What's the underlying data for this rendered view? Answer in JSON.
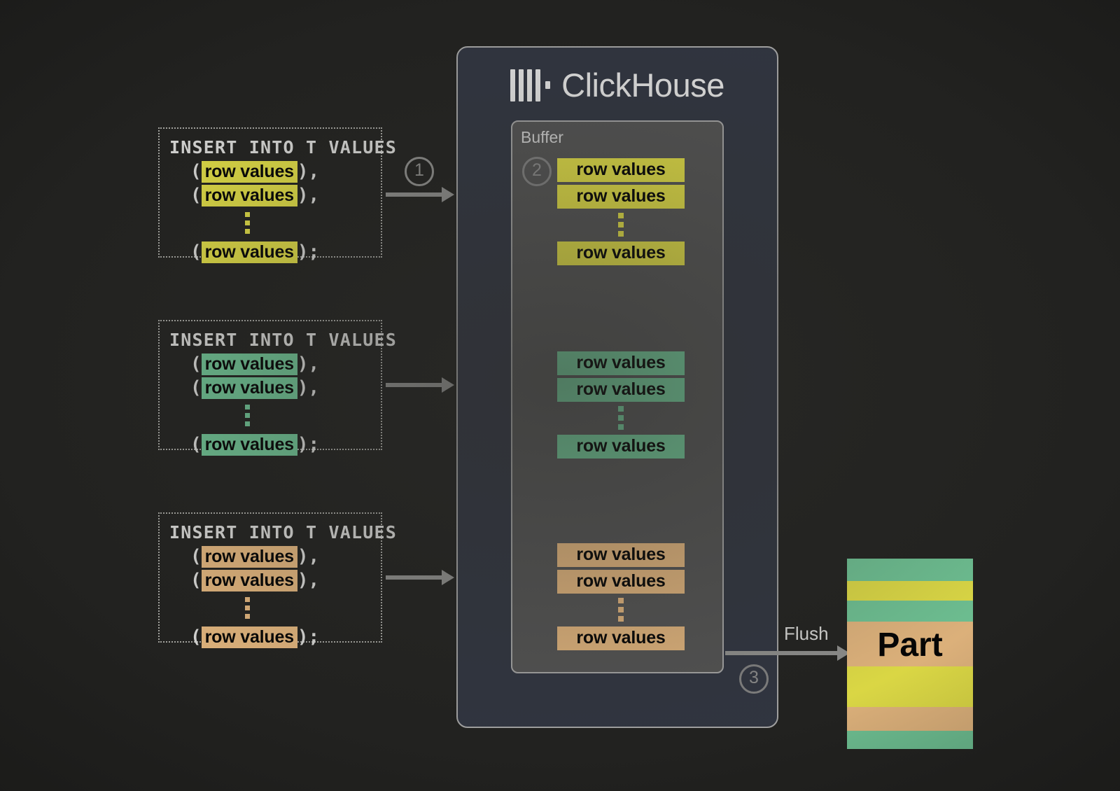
{
  "colors": {
    "background": "#222220",
    "yellow": "#faf64b",
    "green": "#7ad9a4",
    "orange": "#fcc98a",
    "clickhouse_box": "#333845",
    "buffer_box": "#5a5a5a",
    "arrow": "#9e9e9c",
    "text_light": "#f2f2f0"
  },
  "clickhouse": {
    "logo_icon": "clickhouse-bars-icon",
    "name": "ClickHouse",
    "buffer": {
      "label": "Buffer",
      "step_marker": "2",
      "groups": [
        {
          "color_key": "yellow",
          "rows": [
            "row values",
            "row values",
            "row values"
          ],
          "ellipsis": "vertical-dots"
        },
        {
          "color_key": "green",
          "rows": [
            "row values",
            "row values",
            "row values"
          ],
          "ellipsis": "vertical-dots"
        },
        {
          "color_key": "orange",
          "rows": [
            "row values",
            "row values",
            "row values"
          ],
          "ellipsis": "vertical-dots"
        }
      ]
    }
  },
  "inserts": [
    {
      "header": "INSERT INTO T VALUES",
      "color_key": "yellow",
      "lines": [
        {
          "open": "(",
          "value": "row values",
          "close": "),"
        },
        {
          "open": "(",
          "value": "row values",
          "close": "),"
        },
        {
          "open": "(",
          "value": "row values",
          "close": ");"
        }
      ],
      "step_marker": "1"
    },
    {
      "header": "INSERT INTO T VALUES",
      "color_key": "green",
      "lines": [
        {
          "open": "(",
          "value": "row values",
          "close": "),"
        },
        {
          "open": "(",
          "value": "row values",
          "close": "),"
        },
        {
          "open": "(",
          "value": "row values",
          "close": ");"
        }
      ],
      "step_marker": ""
    },
    {
      "header": "INSERT INTO T VALUES",
      "color_key": "orange",
      "lines": [
        {
          "open": "(",
          "value": "row values",
          "close": "),"
        },
        {
          "open": "(",
          "value": "row values",
          "close": "),"
        },
        {
          "open": "(",
          "value": "row values",
          "close": ");"
        }
      ],
      "step_marker": ""
    }
  ],
  "flush": {
    "step_marker": "3",
    "label": "Flush"
  },
  "part": {
    "label": "Part",
    "stripes": [
      {
        "color_key": "green",
        "height": 32
      },
      {
        "color_key": "yellow",
        "height": 28
      },
      {
        "color_key": "green",
        "height": 30
      },
      {
        "color_key": "orange",
        "height": 64
      },
      {
        "color_key": "yellow",
        "height": 58
      },
      {
        "color_key": "orange",
        "height": 34
      },
      {
        "color_key": "green",
        "height": 26
      }
    ]
  }
}
